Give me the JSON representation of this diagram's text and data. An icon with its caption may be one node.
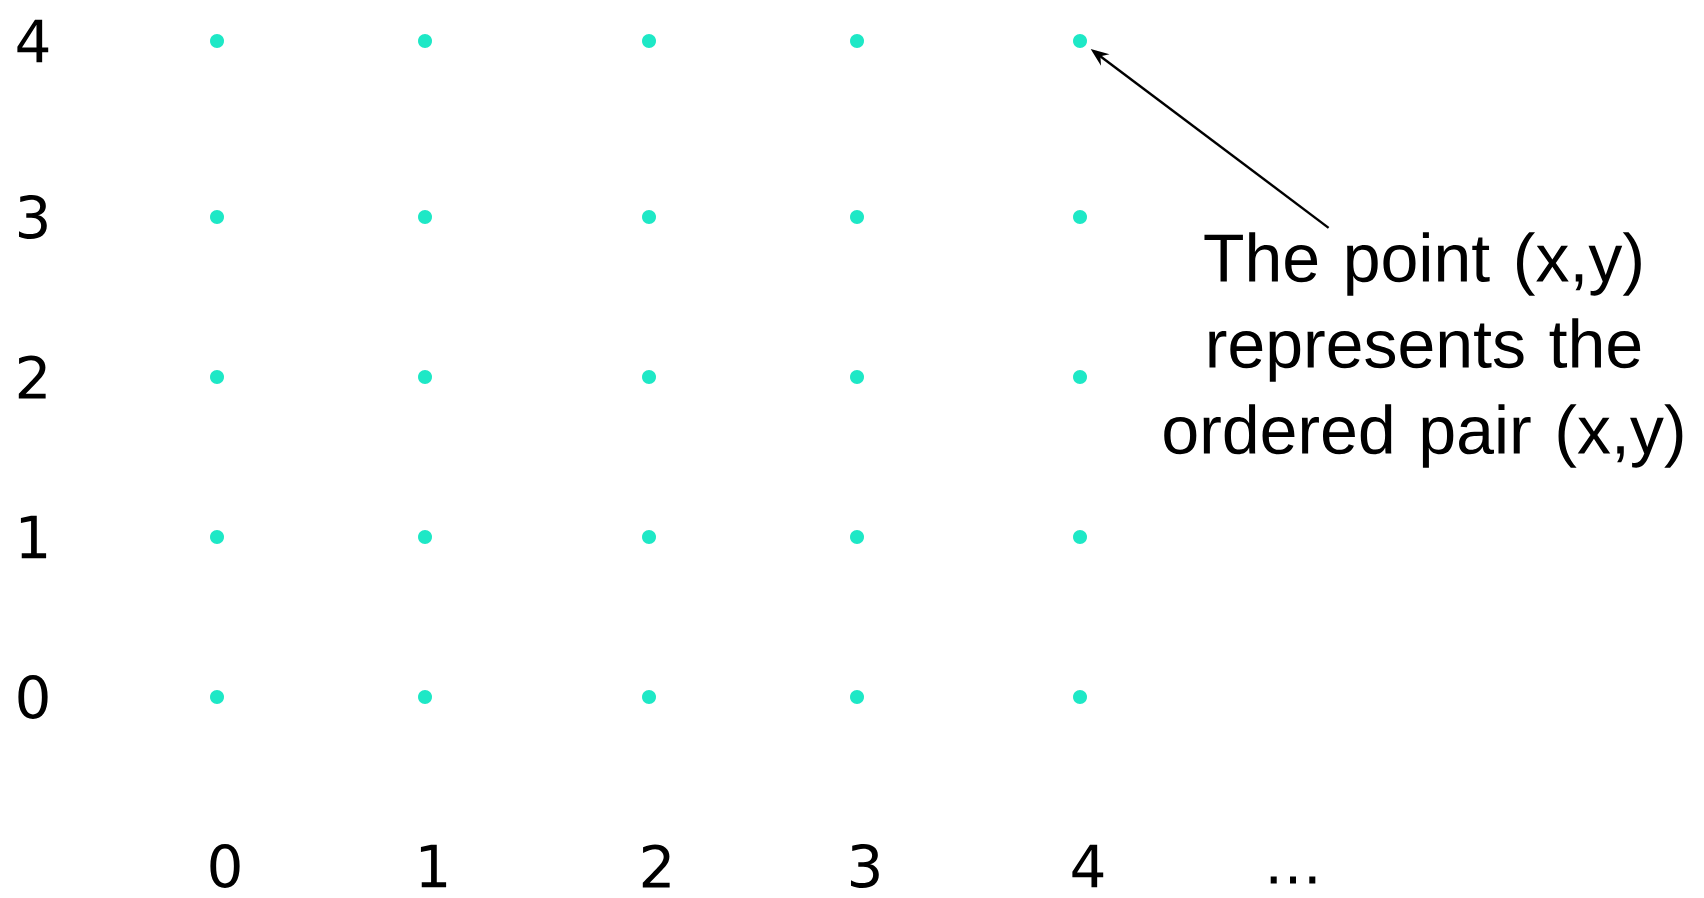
{
  "diagram": {
    "nodes": [
      {
        "text": [
          "The point (x,y) represents the ordered pair (x,y)"
        ]
      },
      {
        "text": [],
        "shape": "circle"
      }
    ],
    "edges": [
      {
        "from": 0,
        "to": 1,
        "arrow": "to"
      }
    ],
    "labels": [
      "4",
      "3",
      "2",
      "1",
      "0",
      "0",
      "1",
      "2",
      "3",
      "4",
      "…"
    ]
  }
}
